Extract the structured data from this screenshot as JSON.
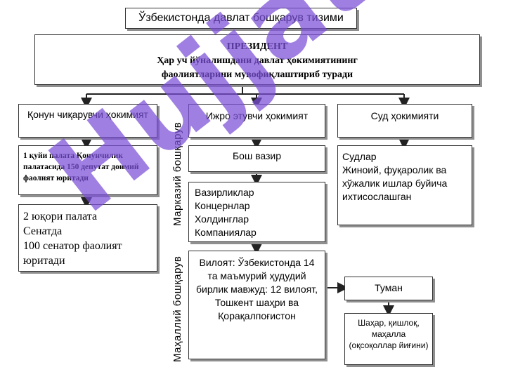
{
  "title": "Ўзбекистонда давлат бошқарув тизими",
  "president": {
    "name": "ПРЕЗИДЕНТ",
    "line1": "Ҳар уч йўналишдани давлат ҳокимиятининг",
    "line2": "фаолиятларини мувофиқлаштириб туради"
  },
  "branches": {
    "legislative": "Қонун чиқарувчи ҳокимият",
    "executive": "Ижро этувчи ҳокимият",
    "judicial": "Суд ҳокимияти"
  },
  "legislative": {
    "chamber1": "1 қуйи палата  Қонунчилик палатасида 150 депутат доимий фаолият юритади",
    "chamber2_line1": "2 юқори палата",
    "chamber2_line2": "Сенатда",
    "chamber2_line3": "100 сенатор фаолият",
    "chamber2_line4": "юритади"
  },
  "executive": {
    "prime_minister": "Бош вазир",
    "bodies": [
      "Вазирликлар",
      "Концернлар",
      "Холдинглар",
      "Компаниялар"
    ],
    "regions": "Вилоят: Ўзбекистонда 14 та маъмурий ҳудудий бирлик мавжуд: 12 вилоят, Тошкент шаҳри ва Қорақалпоғистон",
    "district": "Туман",
    "local": "Шаҳар, қишлоқ, маҳалла (оқсоқоллар йиғини)"
  },
  "judicial": {
    "line1": "Судлар",
    "line2": "Жиноий, фуқаролик ва хўжалик ишлар буйича ихтисослашган"
  },
  "side_labels": {
    "central": "Марказий  бошқарув",
    "local": "Маҳаллий  бошқарув"
  },
  "watermark": "Hujjat24",
  "colors": {
    "watermark": "#7b4fd8",
    "shadow": "#8f8f8f"
  }
}
